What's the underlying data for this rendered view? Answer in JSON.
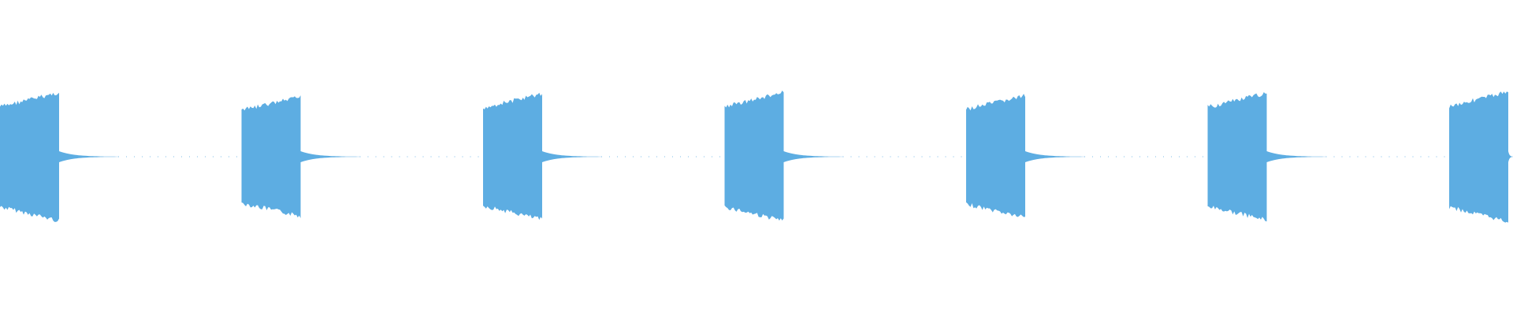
{
  "waveform": {
    "color": "#5dade2",
    "bursts": [
      {
        "index": 1,
        "peak_level": 0.97
      },
      {
        "index": 2,
        "peak_level": 0.9
      },
      {
        "index": 3,
        "peak_level": 0.95
      },
      {
        "index": 4,
        "peak_level": 0.97
      },
      {
        "index": 5,
        "peak_level": 0.92
      },
      {
        "index": 6,
        "peak_level": 0.96
      },
      {
        "index": 7,
        "peak_level": 0.98
      }
    ]
  }
}
